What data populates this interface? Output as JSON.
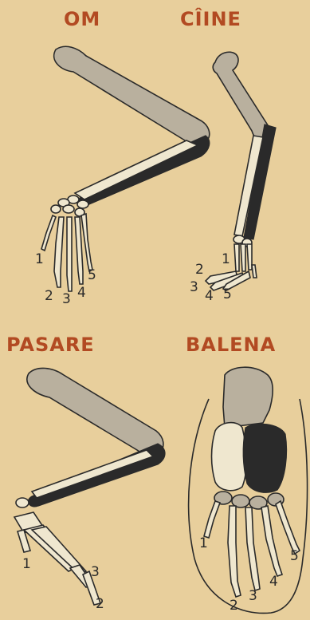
{
  "panels": {
    "human": {
      "title": "OM",
      "digits": [
        "1",
        "2",
        "3",
        "4",
        "5"
      ]
    },
    "dog": {
      "title": "CÎINE",
      "digits": [
        "1",
        "2",
        "3",
        "4",
        "5"
      ]
    },
    "bird": {
      "title": "PASARE",
      "digits": [
        "1",
        "2",
        "3"
      ]
    },
    "whale": {
      "title": "BALENA",
      "digits": [
        "1",
        "2",
        "3",
        "4",
        "5"
      ]
    }
  },
  "colors": {
    "background": "#e8cf9c",
    "title": "#b24a22",
    "ink": "#2a2a2a"
  }
}
